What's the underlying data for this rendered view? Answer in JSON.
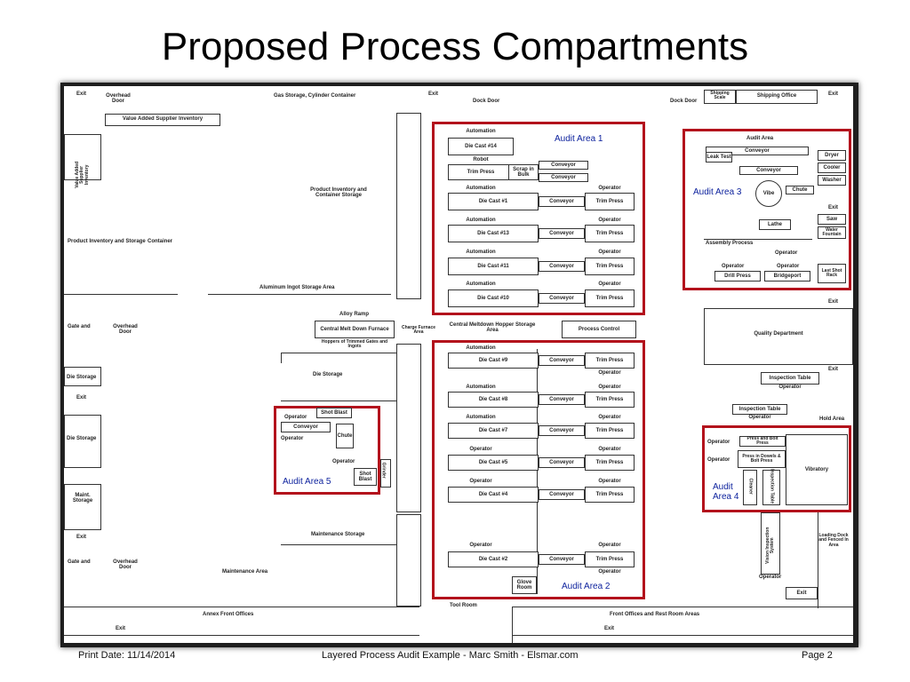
{
  "slide": {
    "title": "Proposed Process Compartments"
  },
  "footer": {
    "print_date": "Print Date: 11/14/2014",
    "center": "Layered Process Audit Example - Marc Smith - Elsmar.com",
    "page": "Page 2"
  },
  "audit_labels": {
    "a1": "Audit Area 1",
    "a2": "Audit Area 2",
    "a3": "Audit Area 3",
    "a4": "Audit Area 4",
    "a5": "Audit Area 5"
  },
  "plan": {
    "exit": "Exit",
    "overhead_door": "Overhead Door",
    "value_added_supplier_inventory": "Value Added Supplier Inventory",
    "gas_storage": "Gas Storage, Cylinder Container",
    "dock_door": "Dock Door",
    "shipping_scale": "Shipping Scale",
    "shipping_office": "Shipping Office",
    "vertical_supplier_inventory": "Value Added Supplier Inventory",
    "product_inventory_container": "Product Inventory and Container Storage",
    "product_inventory_storage": "Product Inventory and Storage",
    "container": "Container",
    "aluminum_ingot": "Aluminum Ingot Storage Area",
    "gate_and": "Gate and",
    "door": "Door",
    "die_storage": "Die Storage",
    "maint_storage": "Maint. Storage",
    "alloy_ramp": "Alloy Ramp",
    "central_melt_down_furnace": "Central Melt Down Furnace",
    "charge_furnace_area": "Charge Furnace Area",
    "central_meltdown_hopper": "Central Meltdown Hopper Storage Area",
    "process_control": "Process Control",
    "hoppers_trimmed": "Hoppers of Trimmed Gates and Ingots",
    "quality_department": "Quality Department",
    "inspection_table": "Inspection Table",
    "operator": "Operator",
    "hold_area": "Hold Area",
    "maintenance_storage": "Maintenance Storage",
    "maintenance_area": "Maintenance Area",
    "annex_front_offices": "Annex Front Offices",
    "tool_room": "Tool Room",
    "front_offices": "Front Offices and Rest Room Areas",
    "loading_dock": "Loading Dock and Fenced In Area",
    "vision_inspection": "Vision Inspection System"
  },
  "area1": {
    "automation": "Automation",
    "die_cast_14": "Die Cast #14",
    "robot": "Robot",
    "trim_press": "Trim Press",
    "scrap_bulk": "Scrap in Bulk",
    "conveyor": "Conveyor",
    "operator": "Operator",
    "die_cast_1": "Die Cast #1",
    "die_cast_13": "Die Cast #13",
    "die_cast_11": "Die Cast #11",
    "die_cast_10": "Die Cast #10"
  },
  "area2": {
    "automation": "Automation",
    "operator": "Operator",
    "conveyor": "Conveyor",
    "trim_press": "Trim Press",
    "die_cast_9": "Die Cast #9",
    "die_cast_8": "Die Cast #8",
    "die_cast_7": "Die Cast #7",
    "die_cast_5": "Die Cast #5",
    "die_cast_4": "Die Cast #4",
    "die_cast_2": "Die Cast #2",
    "glove_room": "Glove Room"
  },
  "area3": {
    "audit_area": "Audit Area",
    "conveyor": "Conveyor",
    "leak_test": "Leak Test",
    "dryer": "Dryer",
    "cooler": "Cooler",
    "washer": "Washer",
    "vibe": "Vibe",
    "chute": "Chute",
    "lathe": "Lathe",
    "saw": "Saw",
    "water_fountain": "Water Fountain",
    "assembly_process": "Assembly Process",
    "operator": "Operator",
    "drill_press": "Drill Press",
    "bridgeport": "Bridgeport",
    "last_shot_rack": "Last Shot Rack",
    "exit": "Exit"
  },
  "area4": {
    "operator": "Operator",
    "press_bolt": "Press and Bolt Press",
    "press_in": "Press in Dowels & Bolt Press",
    "vibratory": "Vibratory",
    "cleaner": "Cleaner",
    "inspection_table": "Inspection Table"
  },
  "area5": {
    "operator": "Operator",
    "shot_blast": "Shot Blast",
    "conveyor": "Conveyor",
    "chute": "Chute",
    "shot_blast2": "Shot Blast",
    "grinder": "Grinder"
  }
}
